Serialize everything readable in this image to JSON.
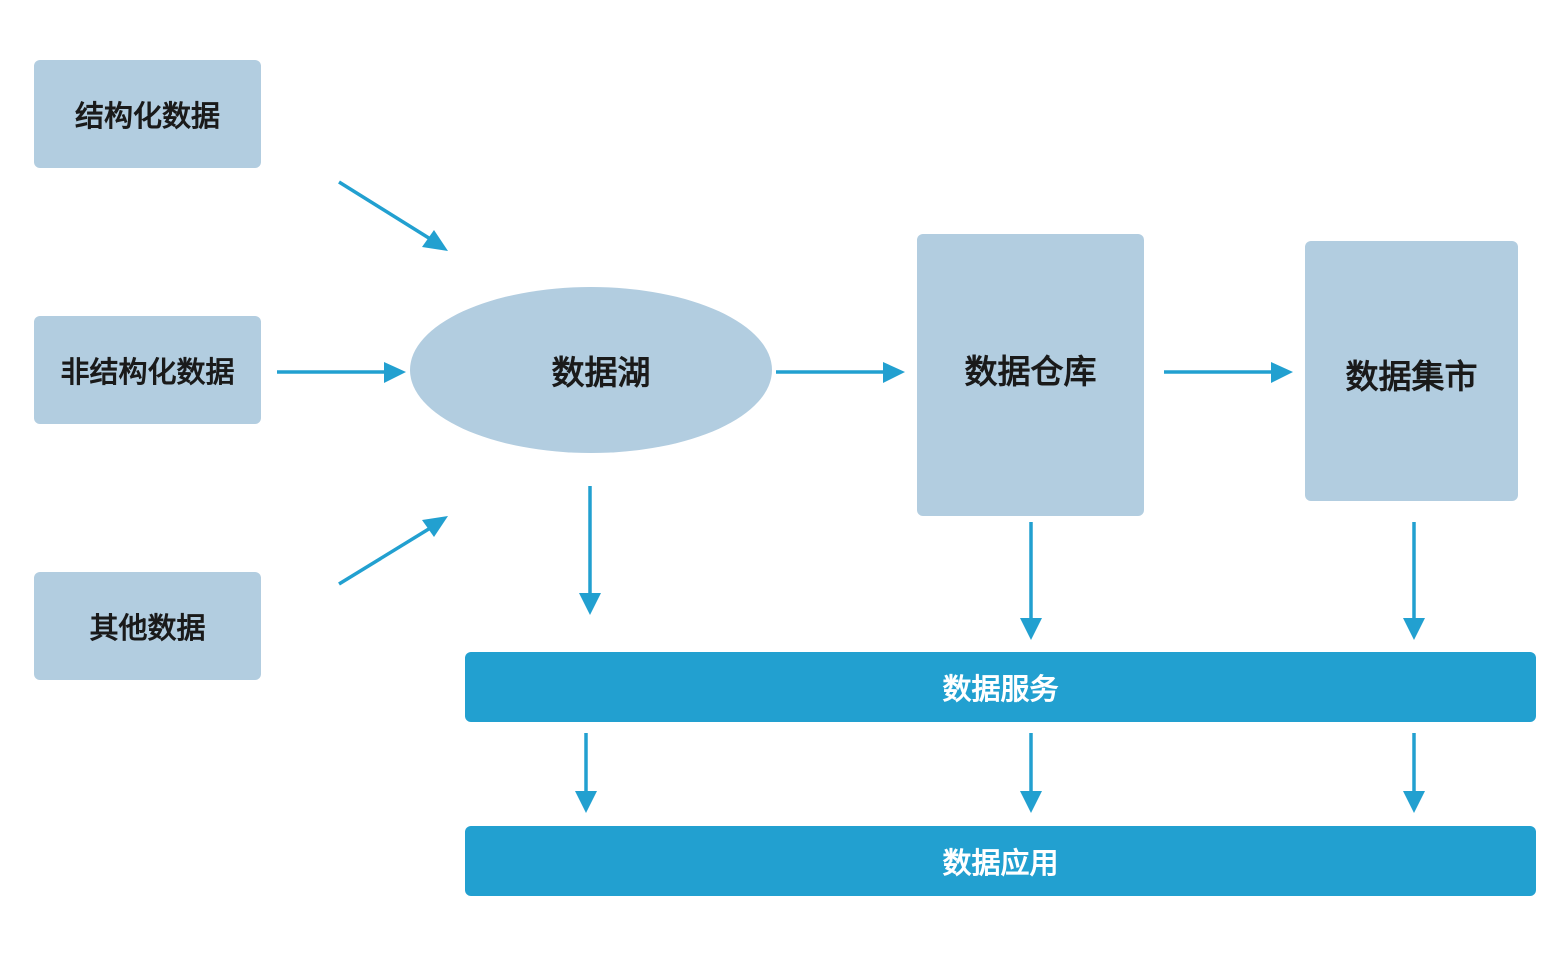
{
  "sources": {
    "structured": "结构化数据",
    "unstructured": "非结构化数据",
    "other": "其他数据"
  },
  "lake": "数据湖",
  "warehouse": "数据仓库",
  "mart": "数据集市",
  "service": "数据服务",
  "application": "数据应用",
  "colors": {
    "node_fill": "#b2cde0",
    "bar_fill": "#22a0d0",
    "arrow": "#22a0d0"
  }
}
